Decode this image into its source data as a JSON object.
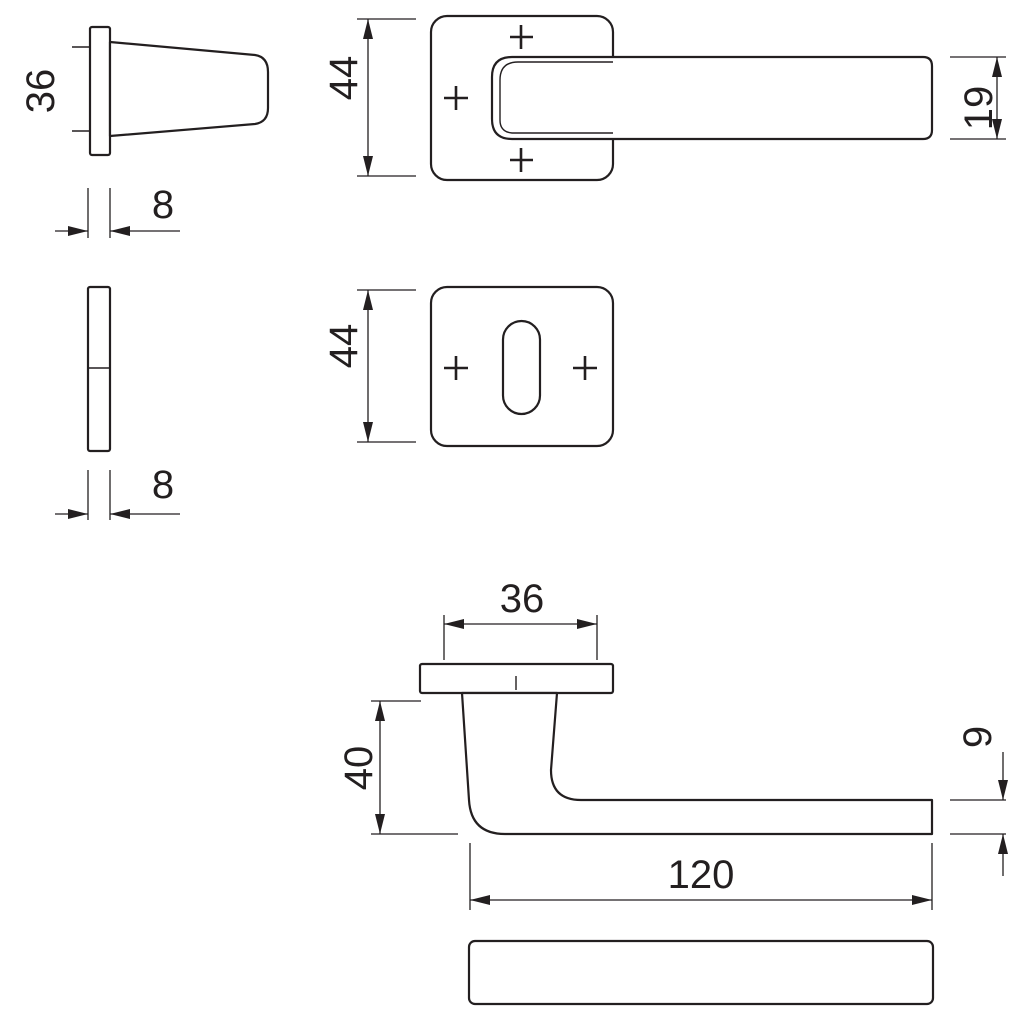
{
  "dimensions": {
    "rosette_side_height": "36",
    "rosette_side_thickness": "8",
    "escutcheon_side_thickness": "8",
    "handle_rose_height": "44",
    "escutcheon_height": "44",
    "lever_width": "19",
    "rose_diameter": "36",
    "lever_drop": "40",
    "lever_thickness": "9",
    "lever_length": "120"
  },
  "colors": {
    "line": "#231f20",
    "background": "#ffffff"
  }
}
